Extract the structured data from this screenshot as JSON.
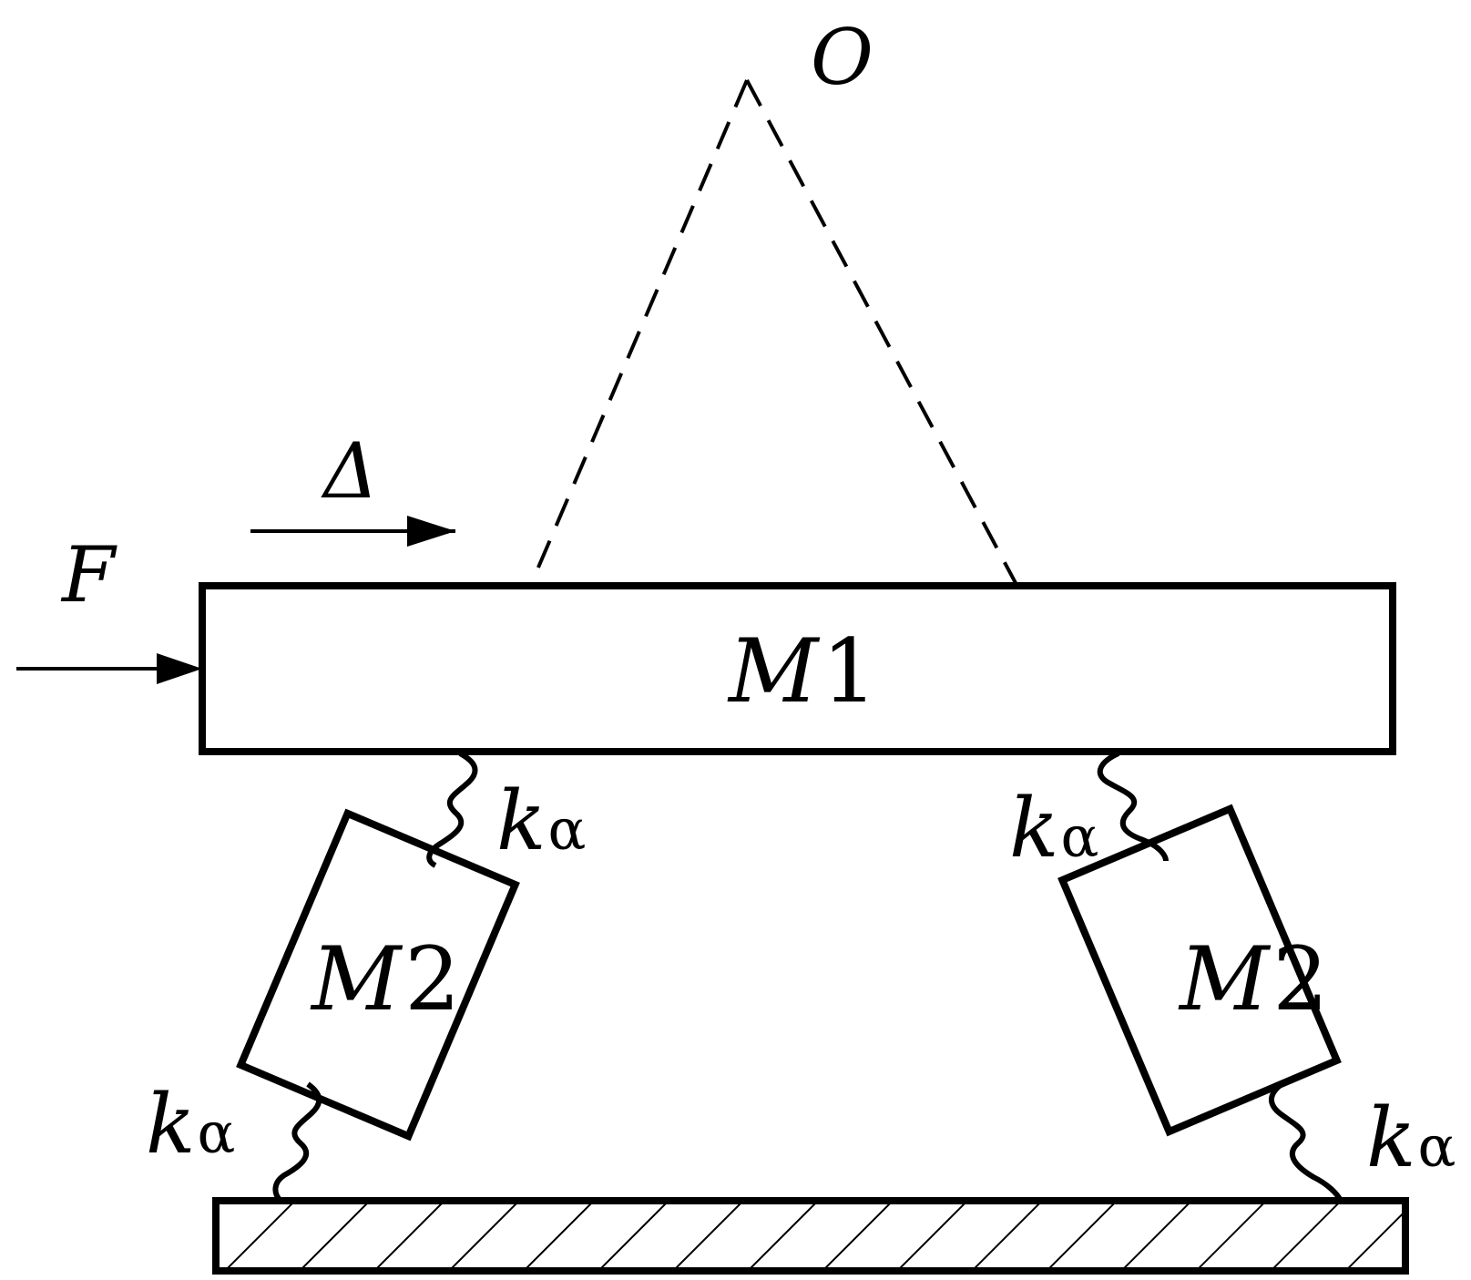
{
  "labels": {
    "pivot": "O",
    "displacement": "Δ",
    "force": "F",
    "mass1": {
      "main": "M",
      "sub": "1"
    },
    "mass2_left": {
      "main": "M",
      "sub": "2"
    },
    "mass2_right": {
      "main": "M",
      "sub": "2"
    },
    "spring": {
      "main": "k",
      "sub": "α"
    }
  },
  "colors": {
    "stroke": "#000000",
    "background": "#ffffff"
  }
}
